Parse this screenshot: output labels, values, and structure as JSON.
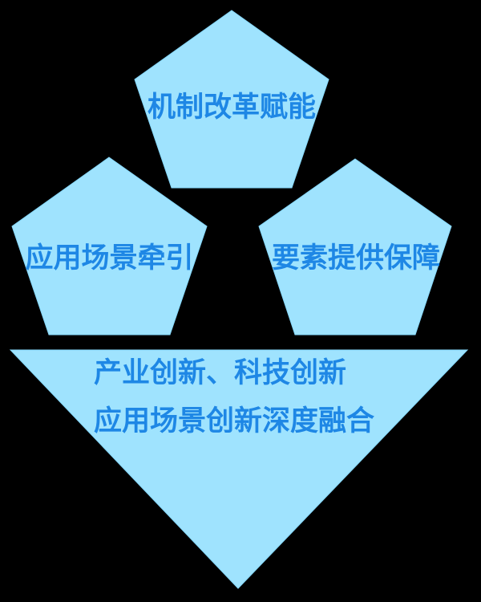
{
  "diagram": {
    "type": "pentagon-funnel-diagram",
    "colors": {
      "background": "#000000",
      "shape_fill": "#9fe3fe",
      "shape_edge": "#85d7fb",
      "text": "#1e87e5"
    },
    "pentagons": [
      {
        "id": "top",
        "label": "机制改革赋能"
      },
      {
        "id": "left",
        "label": "应用场景牵引"
      },
      {
        "id": "right",
        "label": "要素提供保障"
      }
    ],
    "triangle": {
      "lines": [
        "产业创新、科技创新",
        "应用场景创新深度融合"
      ]
    }
  }
}
